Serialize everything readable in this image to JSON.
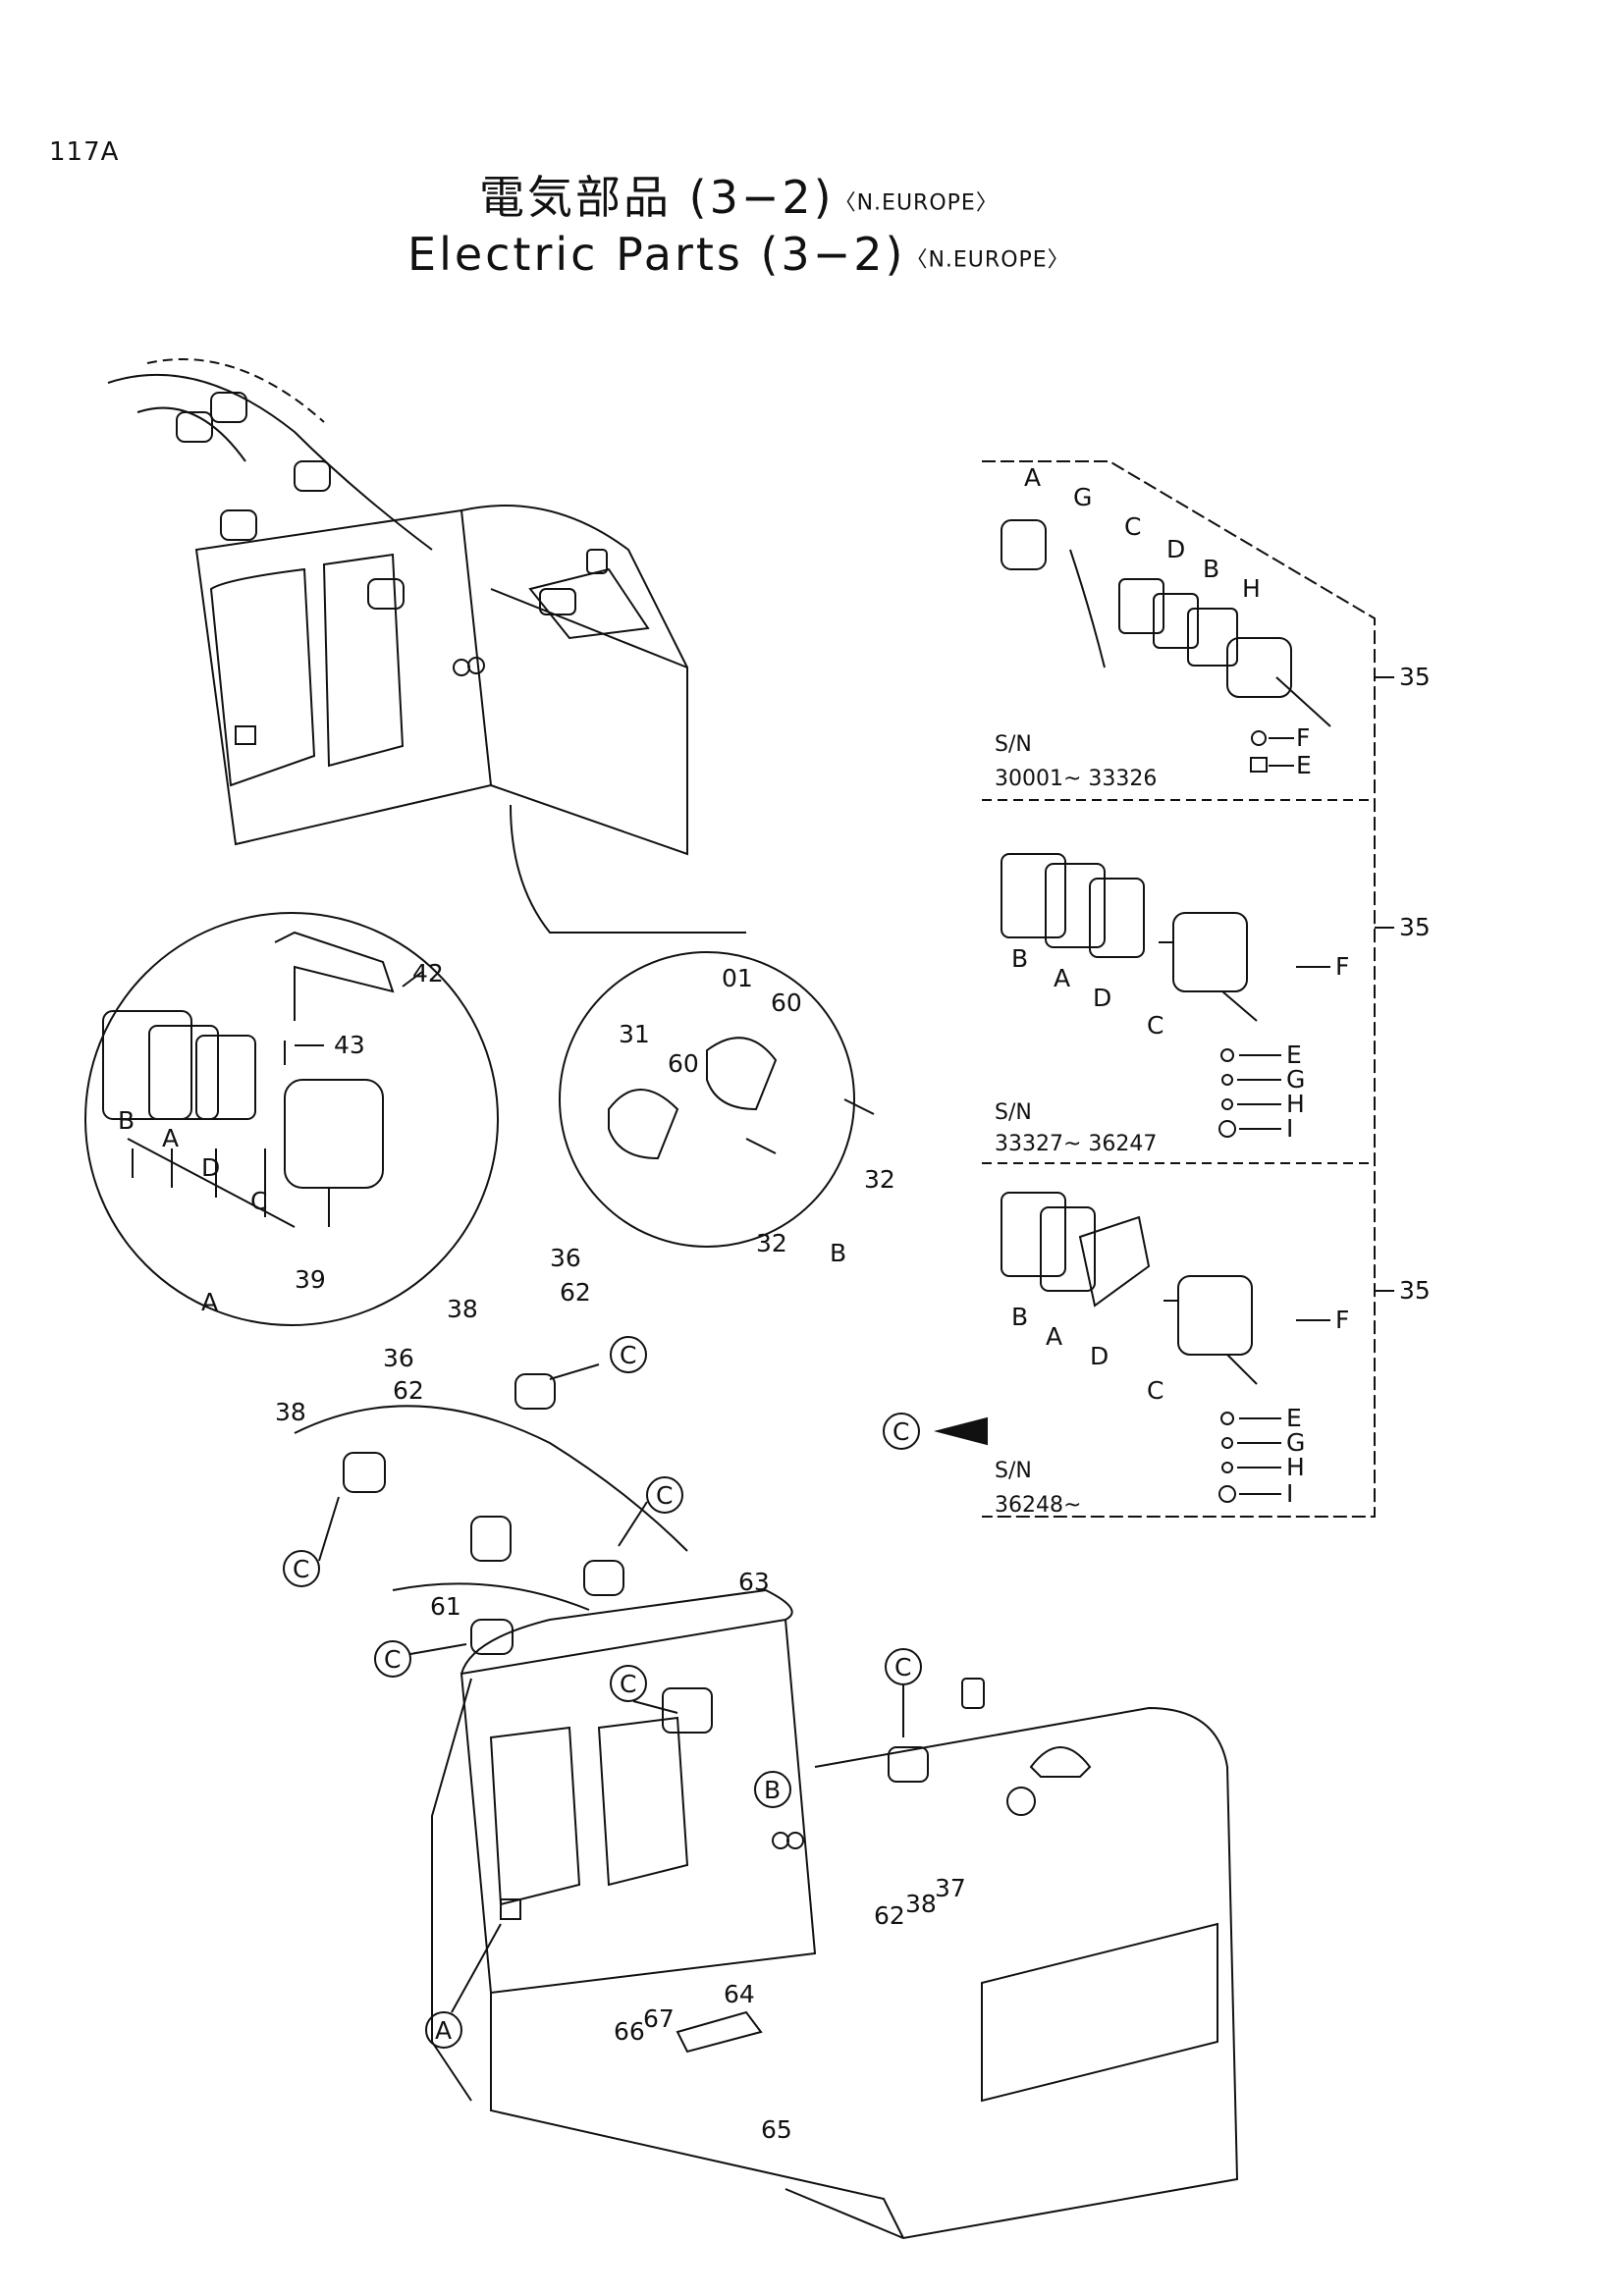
{
  "page_number": "117A",
  "title_jp": "電気部品 (3−2)",
  "title_en": "Electric Parts (3−2)",
  "region": "〈N.EUROPE〉",
  "detail_views": {
    "a": {
      "letter": "A",
      "parts": [
        "42",
        "43",
        "39"
      ],
      "subparts": [
        "B",
        "A",
        "D",
        "C"
      ]
    },
    "b": {
      "letter": "B",
      "parts": [
        "01",
        "60",
        "31",
        "60",
        "32",
        "32"
      ]
    }
  },
  "variants": [
    {
      "sn_label": "S/N",
      "sn_range": "30001~ 33326",
      "assembly": "35",
      "components": [
        "A",
        "G",
        "C",
        "D",
        "B",
        "H",
        "F",
        "E"
      ]
    },
    {
      "sn_label": "S/N",
      "sn_range": "33327~ 36247",
      "assembly": "35",
      "components": [
        "B",
        "A",
        "D",
        "C",
        "F",
        "E",
        "G",
        "H",
        "I"
      ]
    },
    {
      "sn_label": "S/N",
      "sn_range": "36248~",
      "assembly": "35",
      "components": [
        "B",
        "A",
        "D",
        "C",
        "F",
        "E",
        "G",
        "H",
        "I"
      ]
    }
  ],
  "callout_c_pointer": "C",
  "main_view_parts": [
    "36",
    "62",
    "38",
    "36",
    "62",
    "38",
    "61",
    "63",
    "62",
    "38",
    "37",
    "64",
    "66",
    "67",
    "65"
  ],
  "main_view_callouts": [
    "C",
    "C",
    "C",
    "C",
    "C",
    "C",
    "C",
    "B",
    "A"
  ]
}
